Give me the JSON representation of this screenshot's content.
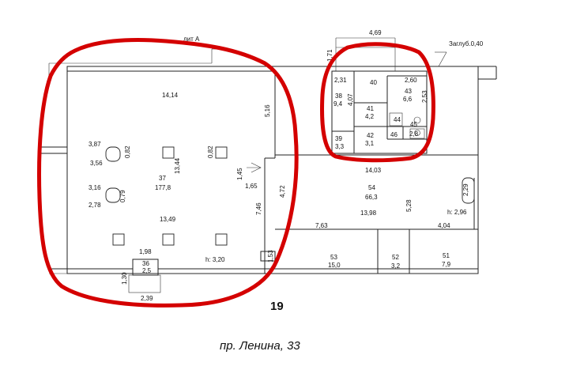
{
  "plan": {
    "header": {
      "letter": "лит А",
      "width_top": "4,69",
      "depth_note": "Заглуб.0,40",
      "side_dim": "1,71"
    },
    "building_number": "19",
    "street": "пр. Ленина,  33",
    "rooms": [
      {
        "num": "37",
        "area": "177,8"
      },
      {
        "num": "36",
        "area": "2,5"
      },
      {
        "num": "38",
        "area": "9,4"
      },
      {
        "num": "39",
        "area": "3,3"
      },
      {
        "num": "40",
        "area": ""
      },
      {
        "num": "41",
        "area": "4,2"
      },
      {
        "num": "42",
        "area": "3,1"
      },
      {
        "num": "43",
        "area": "6,6"
      },
      {
        "num": "44",
        "area": ""
      },
      {
        "num": "45",
        "area": "2,8"
      },
      {
        "num": "46",
        "area": ""
      },
      {
        "num": "54",
        "area": "66,3"
      },
      {
        "num": "53",
        "area": "15,0"
      },
      {
        "num": "52",
        "area": "3,2"
      },
      {
        "num": "51",
        "area": "7,9"
      }
    ],
    "dimensions": [
      "14,14",
      "5,16",
      "3,87",
      "0,82",
      "0,82",
      "3,56",
      "13,44",
      "3,16",
      "0,79",
      "2,78",
      "13,49",
      "7,46",
      "1,98",
      "1,53",
      "1,30",
      "2,39",
      "1,45",
      "1,65",
      "4,72",
      "2,31",
      "4,07",
      "2,60",
      "2,53",
      "14,03",
      "5,28",
      "13,98",
      "2,29",
      "7,63",
      "4,04"
    ],
    "heights": [
      "h: 3,20",
      "h: 2,96"
    ]
  }
}
